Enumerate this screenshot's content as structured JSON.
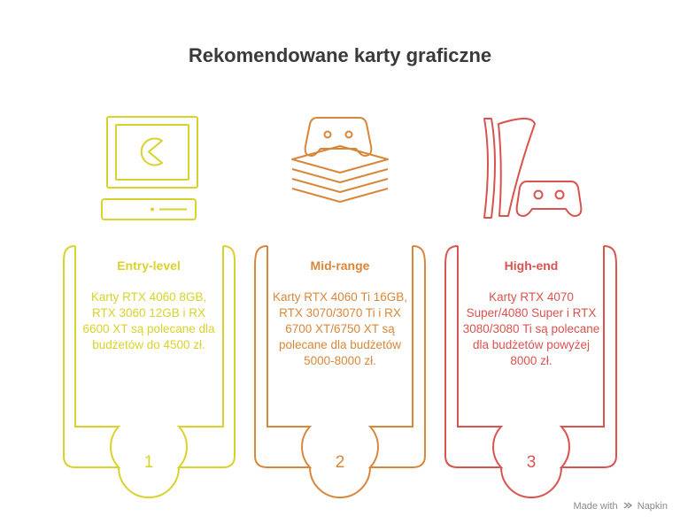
{
  "title": "Rekomendowane karty graficzne",
  "colors": {
    "entry": "#d9d22b",
    "mid": "#d8873a",
    "high": "#d9534f"
  },
  "cards": [
    {
      "title": "Entry-level",
      "description": "Karty RTX 4060 8GB, RTX 3060 12GB i RX 6600 XT są polecane dla budżetów do 4500 zł.",
      "number": "1",
      "icon": "computer-pacman-icon"
    },
    {
      "title": "Mid-range",
      "description": "Karty RTX 4060 Ti 16GB, RTX 3070/3070 Ti i RX 6700 XT/6750 XT są polecane dla budżetów 5000-8000 zł.",
      "number": "2",
      "icon": "gamepad-layers-icon"
    },
    {
      "title": "High-end",
      "description": "Karty RTX 4070 Super/4080 Super i RTX 3080/3080 Ti są polecane dla budżetów powyżej 8000 zł.",
      "number": "3",
      "icon": "console-gamepad-icon"
    }
  ],
  "footer": {
    "made_with": "Made with",
    "brand": "Napkin"
  }
}
